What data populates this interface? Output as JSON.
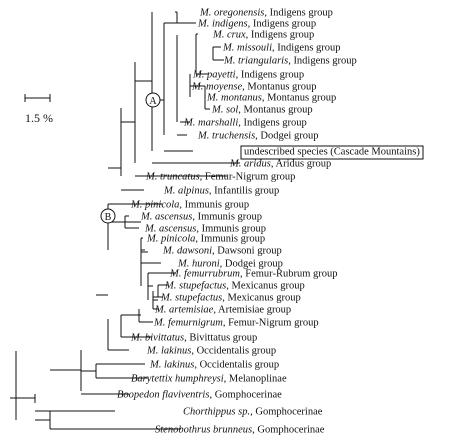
{
  "scale_bar": {
    "label": "1.5 %"
  },
  "node_labels": {
    "a": "A",
    "b": "B"
  },
  "taxa": [
    {
      "species": "M. oregonensis",
      "group": ", Indigens group"
    },
    {
      "species": "M. indigens",
      "group": ", Indigens group"
    },
    {
      "species": "M. crux",
      "group": ", Indigens group"
    },
    {
      "species": "M. missouli",
      "group": ", Indigens group"
    },
    {
      "species": "M. triangularis",
      "group": ", Indigens group"
    },
    {
      "species": "M. payetti",
      "group": ", Indigens group"
    },
    {
      "species": "M. moyense",
      "group": ", Montanus group"
    },
    {
      "species": "M. montanus",
      "group": ", Montanus group"
    },
    {
      "species": "M. sol",
      "group": ", Montanus group"
    },
    {
      "species": "M. marshalli",
      "group": ", Indigens group"
    },
    {
      "species": "M. truchensis",
      "group": ", Dodgei group"
    },
    {
      "species": "",
      "group": "undescribed species (Cascade Mountains)"
    },
    {
      "species": "M. aridus",
      "group": ", Aridus group"
    },
    {
      "species": "M. truncatus",
      "group": ", Femur-Nigrum group"
    },
    {
      "species": "M. alpinus",
      "group": ", Infantilis group"
    },
    {
      "species": "M. pinicola",
      "group": ", Immunis group"
    },
    {
      "species": "M. ascensus",
      "group": ", Immunis group"
    },
    {
      "species": "M. ascensus",
      "group": ", Immunis group"
    },
    {
      "species": "M. pinicola",
      "group": ", Immunis group"
    },
    {
      "species": "M. dawsoni",
      "group": ", Dawsoni group"
    },
    {
      "species": "M. huroni",
      "group": ", Dodgei group"
    },
    {
      "species": "M. femurrubrum",
      "group": ", Femur-Rubrum group"
    },
    {
      "species": "M. stupefactus",
      "group": ", Mexicanus group"
    },
    {
      "species": "M. stupefactus",
      "group": ", Mexicanus group"
    },
    {
      "species": "M. artemisiae",
      "group": ", Artemisiae group"
    },
    {
      "species": "M. femurnigrum",
      "group": ", Femur-Nigrum group"
    },
    {
      "species": "M. bivittatus",
      "group": ", Bivittatus group"
    },
    {
      "species": "M. lakinus",
      "group": ", Occidentalis group"
    },
    {
      "species": "M. lakinus",
      "group": ", Occidentalis group"
    },
    {
      "species": "Barytettix humphreysi",
      "group": ", Melanoplinae"
    },
    {
      "species": "Boopedon flaviventris",
      "group": ", Gomphocerinae"
    },
    {
      "species": "Chorthippus sp.",
      "group": ", Gomphocerinae"
    },
    {
      "species": "Stenobothrus brunneus",
      "group": ", Gomphocerinae"
    }
  ]
}
